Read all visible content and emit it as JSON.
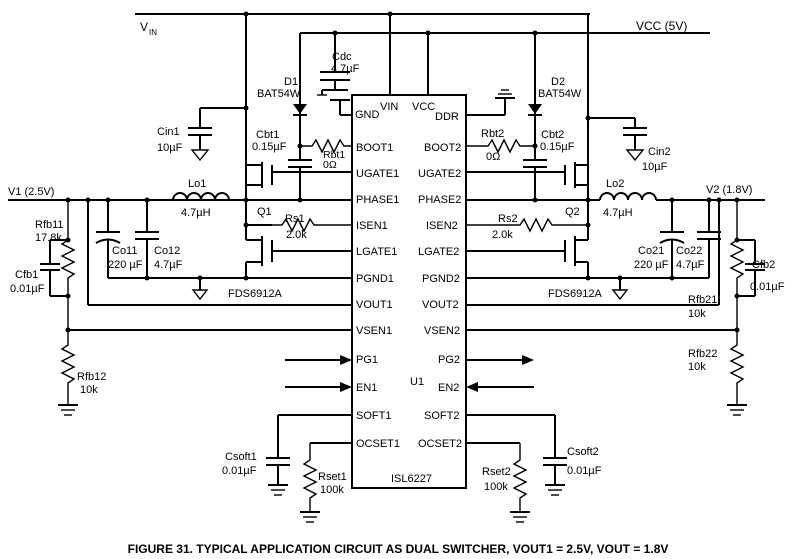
{
  "nets": {
    "vin": "V",
    "vin_sub": "IN",
    "vcc": "VCC (5V)",
    "v1": "V1 (2.5V)",
    "v2": "V2 (1.8V)"
  },
  "ic": {
    "name": "U1",
    "part": "ISL6227",
    "top_pins": [
      "GND",
      "VIN",
      "VCC",
      "DDR"
    ],
    "left_pins": [
      "BOOT1",
      "UGATE1",
      "PHASE1",
      "ISEN1",
      "LGATE1",
      "PGND1",
      "VOUT1",
      "VSEN1",
      "PG1",
      "EN1",
      "SOFT1",
      "OCSET1"
    ],
    "right_pins": [
      "BOOT2",
      "UGATE2",
      "PHASE2",
      "ISEN2",
      "LGATE2",
      "PGND2",
      "VOUT2",
      "VSEN2",
      "PG2",
      "EN2",
      "SOFT2",
      "OCSET2"
    ]
  },
  "components": {
    "cdc": {
      "name": "Cdc",
      "value": "4.7µF"
    },
    "d1": {
      "name": "D1",
      "part": "BAT54W"
    },
    "d2": {
      "name": "D2",
      "part": "BAT54W"
    },
    "cin1": {
      "name": "Cin1",
      "value": "10µF"
    },
    "cin2": {
      "name": "Cin2",
      "value": "10µF"
    },
    "cbt1": {
      "name": "Cbt1",
      "value": "0.15µF"
    },
    "cbt2": {
      "name": "Cbt2",
      "value": "0.15µF"
    },
    "rbt1": {
      "name": "Rbt1",
      "value": "0Ω"
    },
    "rbt2": {
      "name": "Rbt2",
      "value": "0Ω"
    },
    "lo1": {
      "name": "Lo1",
      "value": "4.7µH"
    },
    "lo2": {
      "name": "Lo2",
      "value": "4.7µH"
    },
    "q1": {
      "name": "Q1",
      "part": "FDS6912A"
    },
    "q2": {
      "name": "Q2",
      "part": "FDS6912A"
    },
    "rs1": {
      "name": "Rs1",
      "value": "2.0k"
    },
    "rs2": {
      "name": "Rs2",
      "value": "2.0k"
    },
    "rfb11": {
      "name": "Rfb11",
      "value": "17.8k"
    },
    "rfb12": {
      "name": "Rfb12",
      "value": "10k"
    },
    "rfb21": {
      "name": "Rfb21",
      "value": "10k"
    },
    "rfb22": {
      "name": "Rfb22",
      "value": "10k"
    },
    "cfb1": {
      "name": "Cfb1",
      "value": "0.01µF"
    },
    "cfb2": {
      "name": "Cfb2",
      "value": "0.01µF"
    },
    "co11": {
      "name": "Co11",
      "value": "220 µF"
    },
    "co12": {
      "name": "Co12",
      "value": "4.7µF"
    },
    "co21": {
      "name": "Co21",
      "value": "220 µF"
    },
    "co22": {
      "name": "Co22",
      "value": "4.7µF"
    },
    "csoft1": {
      "name": "Csoft1",
      "value": "0.01µF"
    },
    "csoft2": {
      "name": "Csoft2",
      "value": "0.01µF"
    },
    "rset1": {
      "name": "Rset1",
      "value": "100k"
    },
    "rset2": {
      "name": "Rset2",
      "value": "100k"
    }
  },
  "caption": "FIGURE 31.  TYPICAL APPLICATION CIRCUIT AS DUAL SWITCHER, VOUT1 = 2.5V, VOUT = 1.8V"
}
